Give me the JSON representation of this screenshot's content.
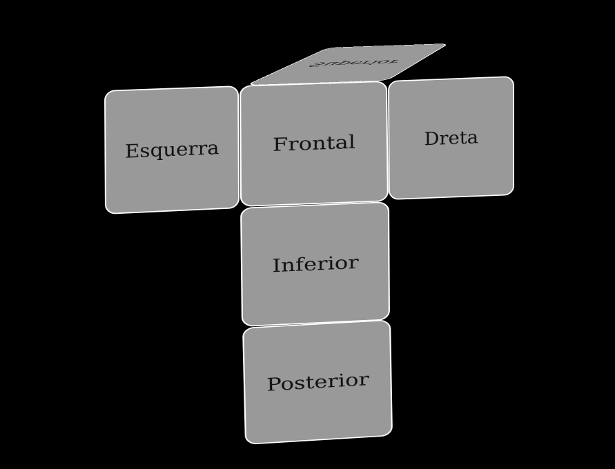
{
  "background_color": "#000000",
  "face_color": "#999999",
  "edge_color": "#ffffff",
  "text_color": "#111111",
  "faces": {
    "top": "Superior",
    "left": "Esquerra",
    "front": "Frontal",
    "right": "Dreta",
    "bottom": "Inferior",
    "back": "Posterior"
  }
}
